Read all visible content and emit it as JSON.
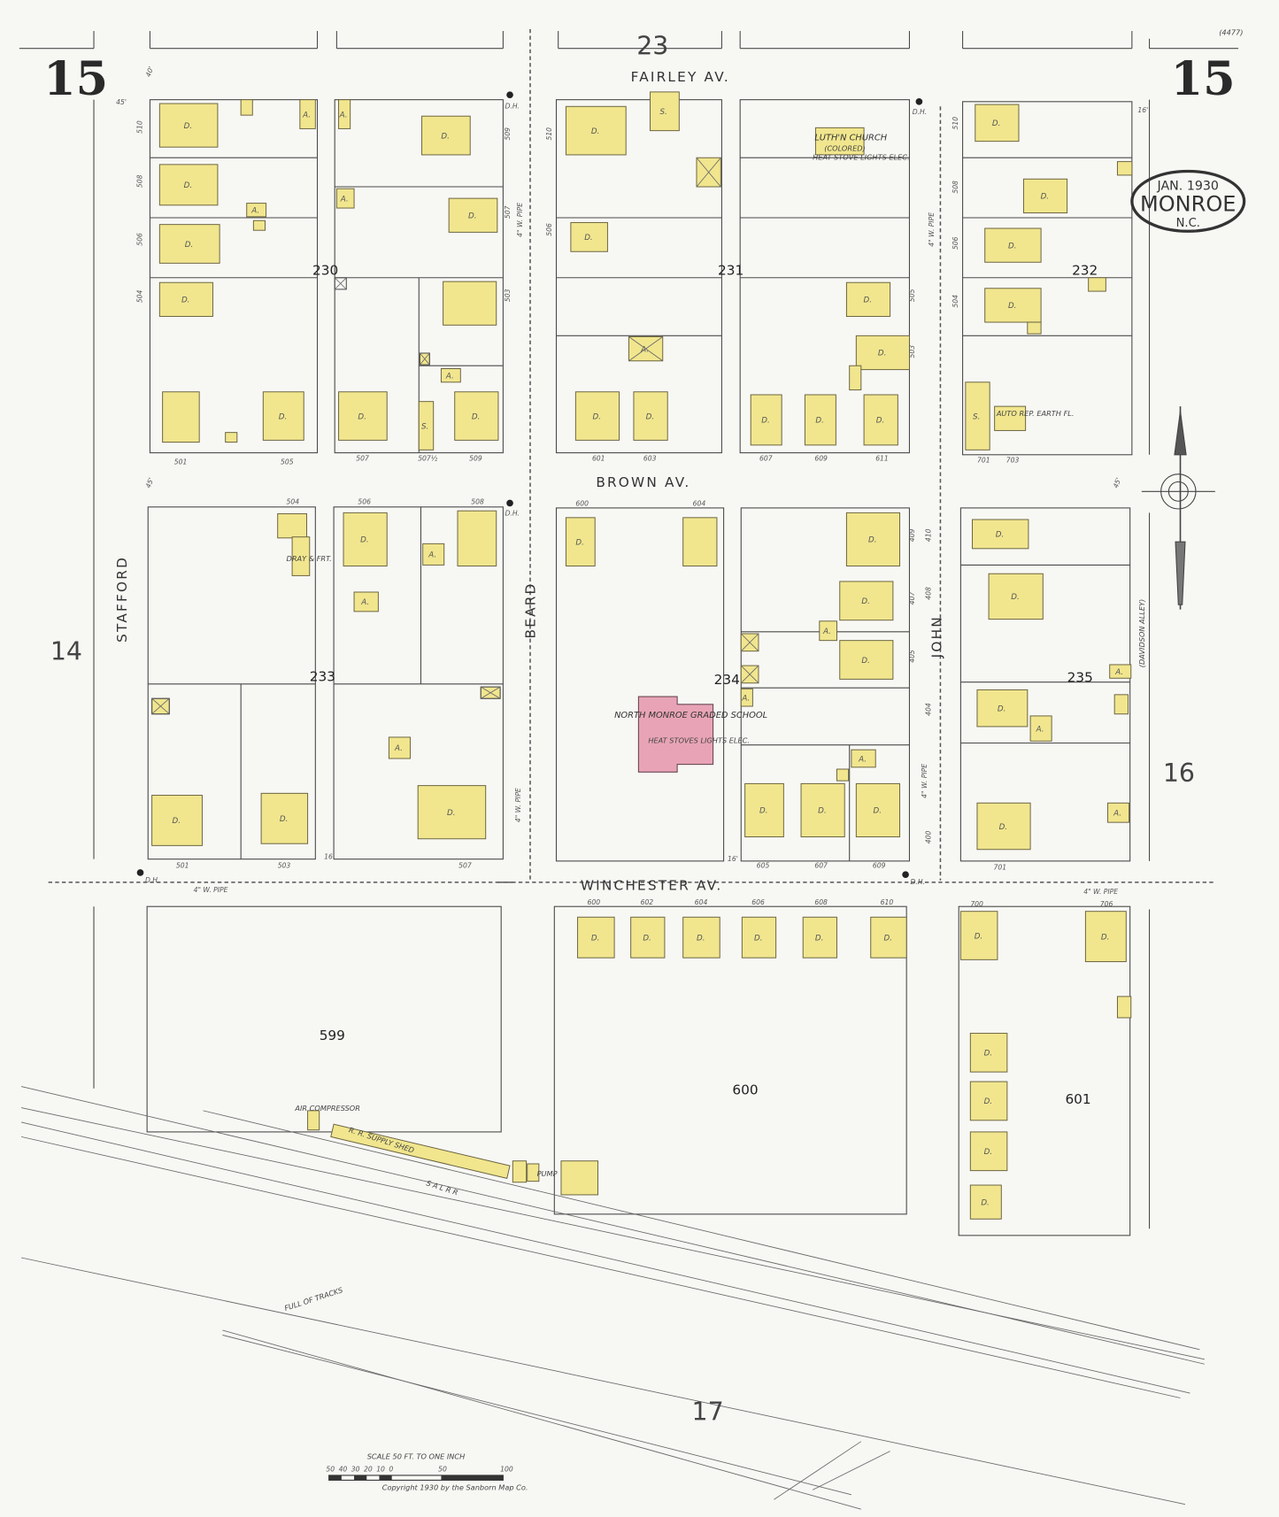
{
  "sheet": {
    "number": "15",
    "ref_code": "(4477)",
    "adjacent_sheets": {
      "top": "23",
      "left": "14",
      "right": "16",
      "bottom": "17"
    }
  },
  "stamp": {
    "date": "JAN. 1930",
    "city": "MONROE",
    "state": "N.C."
  },
  "streets": {
    "fairley": "FAIRLEY AV.",
    "brown": "BROWN AV.",
    "winchester": "WINCHESTER AV.",
    "stafford": "STAFFORD",
    "beard": "BEARD",
    "john": "JOHN",
    "davidson": "(DAVIDSON ALLEY)"
  },
  "blocks": [
    "230",
    "231",
    "232",
    "233",
    "234",
    "235",
    "599",
    "600",
    "601"
  ],
  "building_labels": {
    "dwelling": "D.",
    "auto": "A.",
    "store": "S."
  },
  "landmarks": {
    "school_name": "NORTH MONROE GRADED SCHOOL",
    "school_note": "HEAT STOVES LIGHTS ELEC.",
    "church_name": "LUTH'N CHURCH",
    "church_sub": "(COLORED)",
    "church_note": "HEAT STOVE LIGHTS ELEC.",
    "auto_repair": "AUTO REP. EARTH FL.",
    "dray": "DRAY & FRT.",
    "air_compressor": "AIR COMPRESSOR",
    "supply_shed": "R. R. SUPPLY SHED",
    "pump": "PUMP",
    "railroad": "S  A  L  R  R",
    "tracks": "FULL  OF  TRACKS"
  },
  "utilities": {
    "water_pipe": "4\" W. PIPE",
    "hydrant": "D.H."
  },
  "addresses": [
    "501",
    "505",
    "507",
    "507½",
    "509",
    "601",
    "603",
    "607",
    "609",
    "611",
    "701",
    "703",
    "504",
    "506",
    "508",
    "600",
    "604",
    "501",
    "503",
    "507",
    "605",
    "607",
    "609",
    "701",
    "600",
    "602",
    "604",
    "606",
    "608",
    "610",
    "700",
    "706",
    "510",
    "508",
    "506",
    "504",
    "509",
    "507",
    "503",
    "510",
    "506",
    "505",
    "503",
    "510",
    "508",
    "506",
    "504",
    "410",
    "408",
    "404",
    "400",
    "409",
    "407",
    "405"
  ],
  "widths": [
    "45'",
    "40'",
    "16'",
    "45'",
    "16'",
    "45'",
    "16'"
  ],
  "scale": {
    "title": "SCALE 50 FT. TO ONE INCH",
    "ticks": [
      "50",
      "40",
      "30",
      "20",
      "10",
      "0",
      "50",
      "100"
    ],
    "copyright": "Copyright 1930 by the Sanborn Map Co."
  },
  "colors": {
    "frame_dwelling": "#f1e68e",
    "brick_school": "#e8a4b6",
    "paper": "#f7f7f4",
    "ink": "#4a4a4a"
  }
}
